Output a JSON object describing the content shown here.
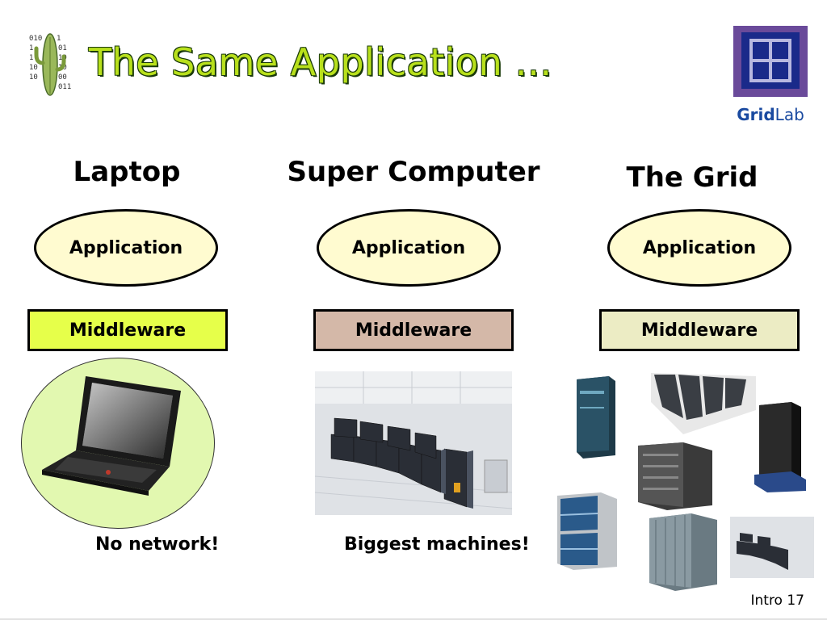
{
  "title": "The Same Application …",
  "logo": {
    "text_a": "Grid",
    "text_b": "Lab",
    "colors": {
      "blue": "#1a2a8a",
      "purple": "#6a4a9a",
      "text": "#1a4aa0"
    }
  },
  "columns": [
    {
      "heading": "Laptop",
      "application": "Application",
      "middleware": "Middleware",
      "middleware_color": "#e6ff4a",
      "caption": "No network!"
    },
    {
      "heading": "Super Computer",
      "application": "Application",
      "middleware": "Middleware",
      "middleware_color": "#d4b8a8",
      "caption": "Biggest machines!"
    },
    {
      "heading": "The Grid",
      "application": "Application",
      "middleware": "Middleware",
      "middleware_color": "#ececc4"
    }
  ],
  "footer": "Intro 17",
  "colors": {
    "title": "#b8e01c",
    "application_fill": "#fffbd0",
    "laptop_circle": "#e2f8b0"
  },
  "icons": [
    "cactus-binary-icon",
    "gridlab-logo-icon",
    "laptop-image",
    "supercomputer-room-image",
    "server-cabinet-image"
  ]
}
